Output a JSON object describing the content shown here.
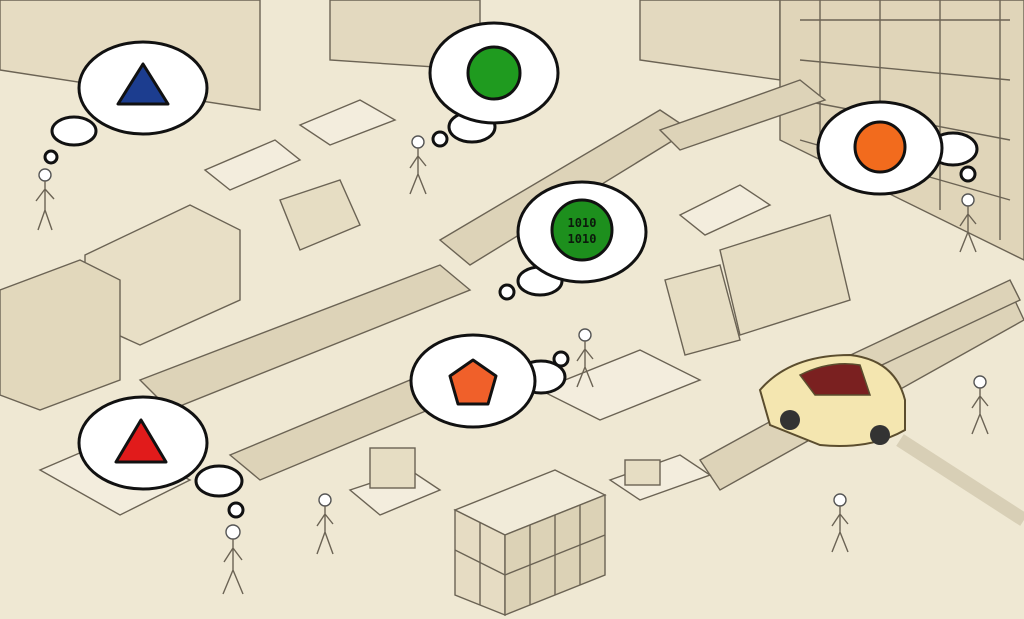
{
  "colors": {
    "background": "#efe8d3",
    "ink": "#6b6354",
    "bubble_fill": "#ffffff",
    "bubble_stroke": "#111111",
    "triangle_blue": "#1c3d8f",
    "circle_green": "#1f9b1f",
    "binary_green": "#1d8f1d",
    "circle_orange": "#f26b1d",
    "pentagon_orange": "#f0602a",
    "triangle_red": "#e11b1b",
    "car": "#f4e6b0"
  },
  "bubbles": [
    {
      "name": "thought-bubble-blue-triangle",
      "shape": "triangle",
      "color": "triangle_blue"
    },
    {
      "name": "thought-bubble-green-circle",
      "shape": "circle",
      "color": "circle_green"
    },
    {
      "name": "thought-bubble-binary",
      "shape": "binary-circle",
      "color": "binary_green",
      "text_lines": [
        "1010",
        "1010"
      ]
    },
    {
      "name": "thought-bubble-orange-circle",
      "shape": "circle",
      "color": "circle_orange"
    },
    {
      "name": "thought-bubble-orange-pentagon",
      "shape": "pentagon",
      "color": "pentagon_orange"
    },
    {
      "name": "thought-bubble-red-triangle",
      "shape": "triangle",
      "color": "triangle_red"
    }
  ]
}
